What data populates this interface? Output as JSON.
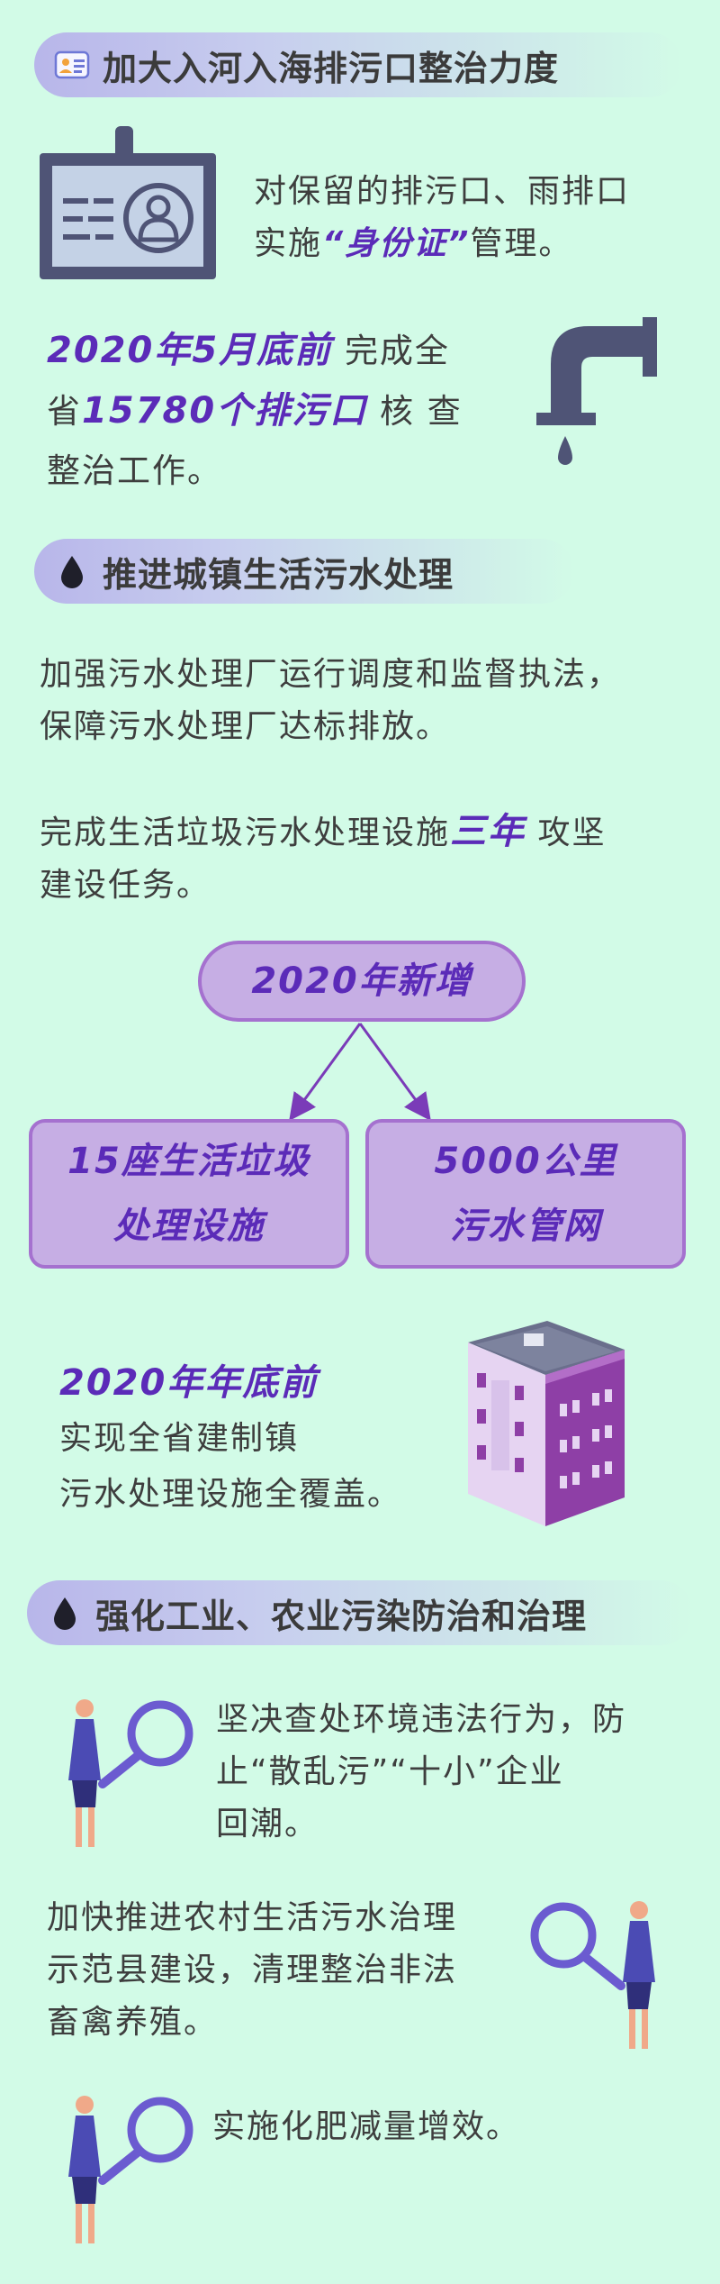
{
  "section1": {
    "title": "加大入河入海排污口整治力度",
    "p1": {
      "line1": "对保留的排污口、雨排口",
      "line2_pre": "实施",
      "line2_hl": "“身份证”",
      "line2_post": "管理。"
    },
    "p2": {
      "hl1": "2020年5月底前",
      "t1": "完成全",
      "t2_pre": "省",
      "hl2": "15780个排污口",
      "t2_post": "核 查",
      "line3": "整治工作。"
    }
  },
  "section2": {
    "title": "推进城镇生活污水处理",
    "p1": {
      "line1": "加强污水处理厂运行调度和监督执法，",
      "line2": "保障污水处理厂达标排放。"
    },
    "p2": {
      "pre": "完成生活垃圾污水处理设施",
      "hl": "三年",
      "post": "攻坚",
      "line2": "建设任务。"
    },
    "flow": {
      "top": "2020年新增",
      "left": {
        "line1": "15座生活垃圾",
        "line2": "处理设施"
      },
      "right": {
        "line1": "5000公里",
        "line2": "污水管网"
      }
    },
    "p3": {
      "hl": "2020年年底前",
      "line2": "实现全省建制镇",
      "line3": "污水处理设施全覆盖。"
    }
  },
  "section3": {
    "title": "强化工业、农业污染防治和治理",
    "p1": {
      "line1": "坚决查处环境违法行为，防",
      "line2": "止“散乱污”“十小”企业",
      "line3": "回潮。"
    },
    "p2": {
      "line1": "加快推进农村生活污水治理",
      "line2": "示范县建设，清理整治非法",
      "line3": "畜禽养殖。"
    },
    "p3": {
      "line1": "实施化肥减量增效。"
    }
  },
  "icons": {
    "s1": "id-card-icon",
    "id_card": "id-card-badge-icon",
    "pipe": "drain-pipe-icon",
    "drop": "water-drop-icon",
    "building": "building-icon",
    "person": "person-magnifier-icon"
  },
  "colors": {
    "background": "#d2fbe7",
    "accent": "#5b2bb8",
    "box_fill": "#c6aee4",
    "box_border": "#a571cf"
  }
}
